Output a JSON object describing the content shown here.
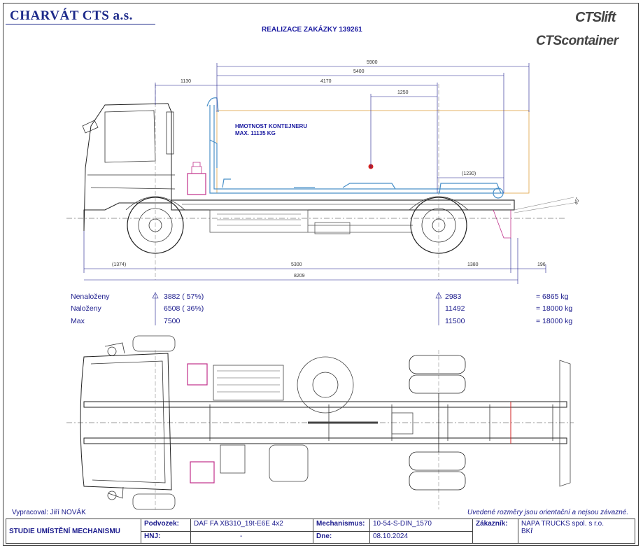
{
  "header": {
    "company": "CHARVÁT CTS a.s.",
    "order_title": "REALIZACE ZAKÁZKY 139261",
    "logo_lift": "CTSlift",
    "logo_container": "CTScontainer"
  },
  "side_view": {
    "dims_top": [
      "5900",
      "5400",
      "1130",
      "4170",
      "1250",
      "(1230)"
    ],
    "dims_bottom": [
      "(1374)",
      "5300",
      "1380",
      "196",
      "8209"
    ],
    "angle": "45°",
    "note_line1": "HMOTNOST KONTEJNERU",
    "note_line2": "MAX. 11135 KG"
  },
  "weights": {
    "rows": [
      {
        "label": "Nenaloženy",
        "front": "3882 ( 57%)",
        "rear": "2983",
        "total": "= 6865 kg"
      },
      {
        "label": "Naloženy",
        "front": "6508 ( 36%)",
        "rear": "11492",
        "total": "= 18000 kg"
      },
      {
        "label": "Max",
        "front": "7500",
        "rear": "11500",
        "total": "= 18000 kg"
      }
    ]
  },
  "footer": {
    "author": "Vypracoval: Jiří NOVÁK",
    "disclaimer": "Uvedené rozměry jsou orientační a nejsou závazné."
  },
  "title_block": {
    "study": "STUDIE UMÍSTĚNÍ MECHANISMU",
    "chassis_label": "Podvozek:",
    "chassis_value": "DAF FA XB310_19t-E6E 4x2",
    "hnj_label": "HNJ:",
    "hnj_value": "-",
    "mechanism_label": "Mechanismus:",
    "mechanism_value": "10-54-S-DIN_1570",
    "date_label": "Dne:",
    "date_value": "08.10.2024",
    "customer_label": "Zákazník:",
    "customer_value1": "NAPA TRUCKS spol. s r.o.",
    "customer_value2": "BKř"
  },
  "colors": {
    "frame": "#444444",
    "hook": "#4a90c8",
    "container": "#e0a040",
    "magenta": "#c0308a",
    "dimension": "#1a1a8c"
  }
}
